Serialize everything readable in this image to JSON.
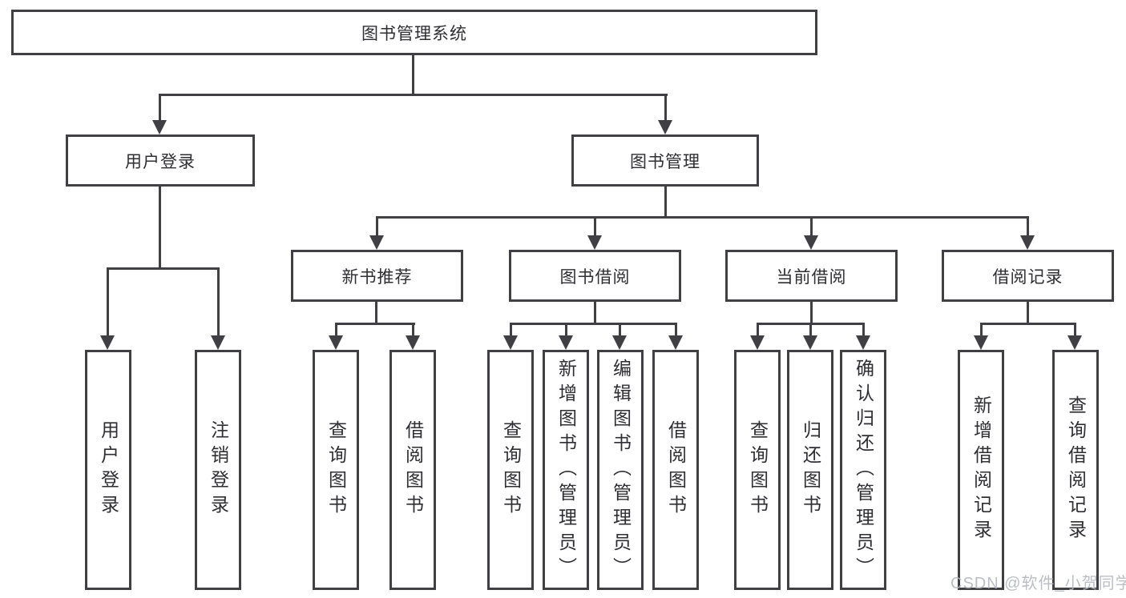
{
  "diagram": {
    "root": {
      "label": "图书管理系统",
      "children": [
        {
          "label": "用户登录",
          "children": [
            {
              "label": "用户登录"
            },
            {
              "label": "注销登录"
            }
          ]
        },
        {
          "label": "图书管理",
          "children": [
            {
              "label": "新书推荐",
              "children": [
                {
                  "label": "查询图书"
                },
                {
                  "label": "借阅图书"
                }
              ]
            },
            {
              "label": "图书借阅",
              "children": [
                {
                  "label": "查询图书"
                },
                {
                  "label": "新增图书（管理员）"
                },
                {
                  "label": "编辑图书（管理员）"
                },
                {
                  "label": "借阅图书"
                }
              ]
            },
            {
              "label": "当前借阅",
              "children": [
                {
                  "label": "查询图书"
                },
                {
                  "label": "归还图书"
                },
                {
                  "label": "确认归还（管理员）"
                }
              ]
            },
            {
              "label": "借阅记录",
              "children": [
                {
                  "label": "新增借阅记录"
                },
                {
                  "label": "查询借阅记录"
                }
              ]
            }
          ]
        }
      ]
    }
  },
  "watermark": {
    "text": "CSDN @软件_小贺同学"
  },
  "colors": {
    "line": "#3f3f44",
    "text": "#2e2e33",
    "background": "#ffffff",
    "watermark": "#b4b8bf"
  }
}
